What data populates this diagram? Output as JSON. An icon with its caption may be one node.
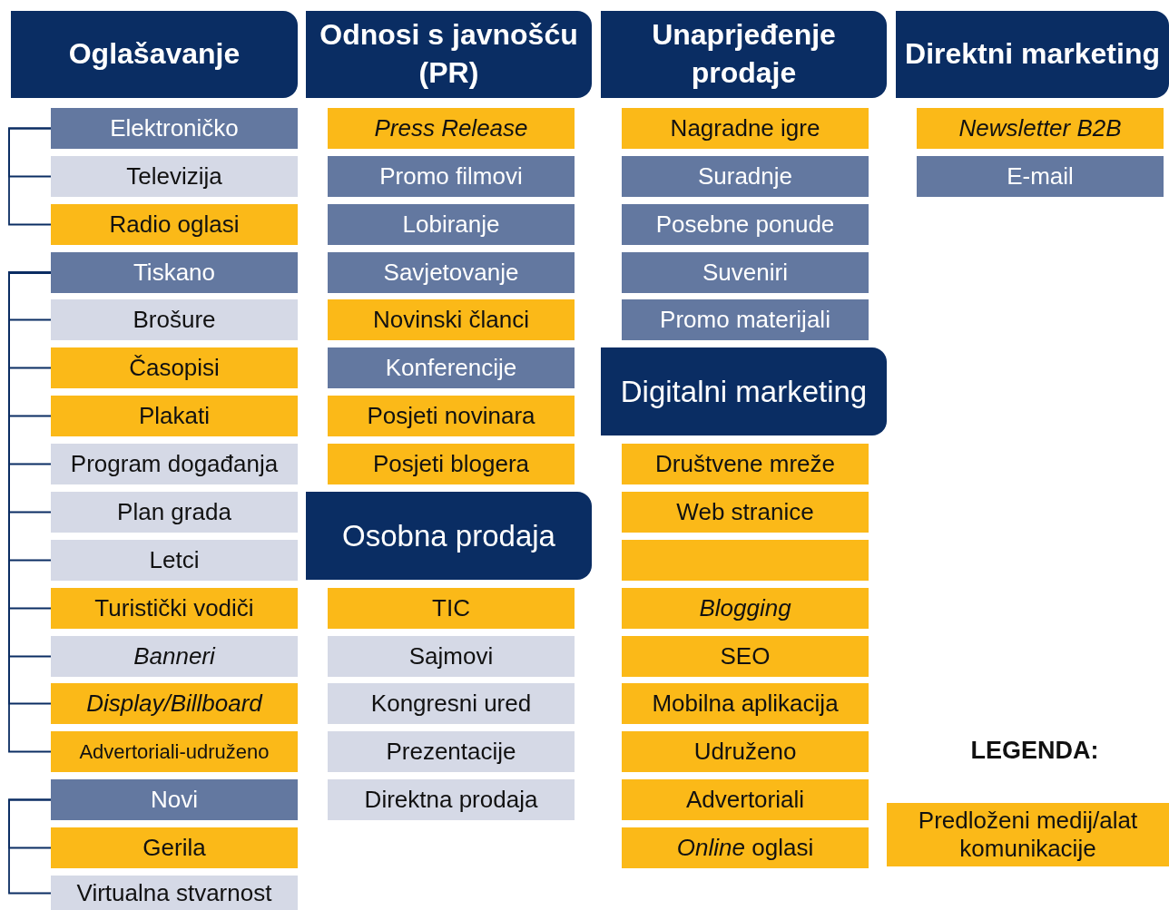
{
  "diagram": {
    "nodes": [
      {
        "text": [
          "Oglašavanje"
        ]
      },
      {
        "text": [
          "Elektroničko"
        ]
      },
      {
        "text": [
          "Televizija"
        ]
      },
      {
        "text": [
          "Radio oglasi"
        ]
      },
      {
        "text": [
          "Tiskano"
        ]
      },
      {
        "text": [
          "Brošure"
        ]
      },
      {
        "text": [
          "Časopisi"
        ]
      },
      {
        "text": [
          "Plakati"
        ]
      },
      {
        "text": [
          "Program događanja"
        ]
      },
      {
        "text": [
          "Plan grada"
        ]
      },
      {
        "text": [
          "Letci"
        ]
      },
      {
        "text": [
          "Turistički vodiči"
        ]
      },
      {
        "text": [
          "Banneri"
        ]
      },
      {
        "text": [
          "Display/Billboard"
        ]
      },
      {
        "text": [
          "Advertoriali-udruženo"
        ]
      },
      {
        "text": [
          "Novi"
        ]
      },
      {
        "text": [
          "Gerila"
        ]
      },
      {
        "text": [
          "Virtualna stvarnost"
        ]
      },
      {
        "text": [
          "Odnosi s javnošću (PR)"
        ]
      },
      {
        "text": [
          "Press Release"
        ]
      },
      {
        "text": [
          "Promo filmovi"
        ]
      },
      {
        "text": [
          "Lobiranje"
        ]
      },
      {
        "text": [
          "Savjetovanje"
        ]
      },
      {
        "text": [
          "Novinski članci"
        ]
      },
      {
        "text": [
          "Konferencije"
        ]
      },
      {
        "text": [
          "Posjeti novinara"
        ]
      },
      {
        "text": [
          "Posjeti blogera"
        ]
      },
      {
        "text": [
          "Osobna prodaja"
        ]
      },
      {
        "text": [
          "TIC"
        ]
      },
      {
        "text": [
          "Sajmovi"
        ]
      },
      {
        "text": [
          "Kongresni ured"
        ]
      },
      {
        "text": [
          "Prezentacije"
        ]
      },
      {
        "text": [
          "Direktna prodaja"
        ]
      },
      {
        "text": [
          "Unaprjeđenje prodaje"
        ]
      },
      {
        "text": [
          "Nagradne igre"
        ]
      },
      {
        "text": [
          "Suradnje"
        ]
      },
      {
        "text": [
          "Posebne ponude"
        ]
      },
      {
        "text": [
          "Suveniri"
        ]
      },
      {
        "text": [
          "Promo materijali"
        ]
      },
      {
        "text": [
          "Digitalni marketing"
        ]
      },
      {
        "text": [
          "Društvene mreže"
        ]
      },
      {
        "text": [
          "Web stranice"
        ]
      },
      {
        "text": [],
        "shape": "box"
      },
      {
        "text": [
          "Blogging"
        ]
      },
      {
        "text": [
          "SEO"
        ]
      },
      {
        "text": [
          "Mobilna aplikacija"
        ]
      },
      {
        "text": [
          "Udruženo"
        ]
      },
      {
        "text": [
          "Advertoriali"
        ]
      },
      {
        "text": [
          "*Online* oglasi"
        ]
      },
      {
        "text": [
          "Direktni marketing"
        ]
      },
      {
        "text": [
          "Newsletter B2B"
        ]
      },
      {
        "text": [
          "E-mail"
        ]
      }
    ],
    "edges": [
      {
        "from": 1,
        "to": 2,
        "arrow": "none"
      },
      {
        "from": 1,
        "to": 3,
        "arrow": "none"
      },
      {
        "from": 4,
        "to": 5,
        "arrow": "none"
      },
      {
        "from": 4,
        "to": 6,
        "arrow": "none"
      },
      {
        "from": 4,
        "to": 7,
        "arrow": "none"
      },
      {
        "from": 4,
        "to": 8,
        "arrow": "none"
      },
      {
        "from": 4,
        "to": 9,
        "arrow": "none"
      },
      {
        "from": 4,
        "to": 10,
        "arrow": "none"
      },
      {
        "from": 4,
        "to": 11,
        "arrow": "none"
      },
      {
        "from": 4,
        "to": 12,
        "arrow": "none"
      },
      {
        "from": 4,
        "to": 13,
        "arrow": "none"
      },
      {
        "from": 4,
        "to": 14,
        "arrow": "none"
      },
      {
        "from": 15,
        "to": 16,
        "arrow": "none"
      },
      {
        "from": 15,
        "to": 17,
        "arrow": "none"
      }
    ],
    "labels": [
      "LEGENDA:"
    ],
    "legend": [
      {
        "text": "Predloženi medij/alat komunikacije",
        "color": "#fbb918"
      }
    ]
  }
}
